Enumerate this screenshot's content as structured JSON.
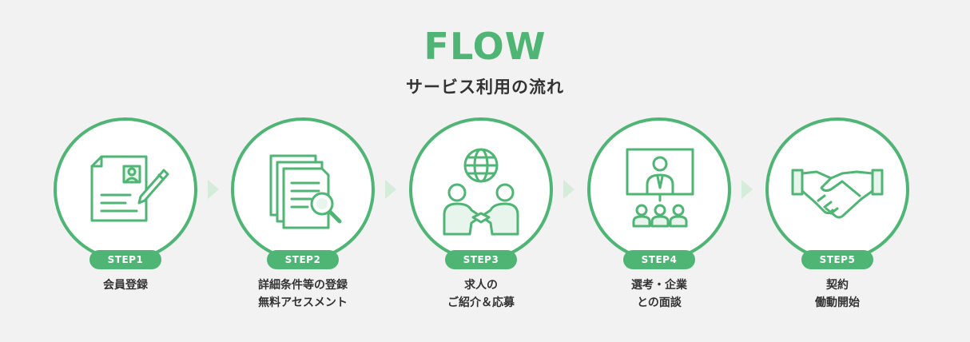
{
  "header": {
    "title": "FLOW",
    "subtitle": "サービス利用の流れ"
  },
  "colors": {
    "accent": "#4fb574",
    "icon_stroke": "#4fb574",
    "arrow": "#d4ecd9",
    "background": "#f2f2f2"
  },
  "steps": [
    {
      "badge": "STEP1",
      "line1": "会員登録",
      "line2": "",
      "icon": "resume-pen-icon"
    },
    {
      "badge": "STEP2",
      "line1": "詳細条件等の登録",
      "line2": "無料アセスメント",
      "icon": "documents-magnifier-icon"
    },
    {
      "badge": "STEP3",
      "line1": "求人の",
      "line2": "ご紹介＆応募",
      "icon": "globe-handshake-people-icon"
    },
    {
      "badge": "STEP4",
      "line1": "選考・企業",
      "line2": "との面談",
      "icon": "video-interview-icon"
    },
    {
      "badge": "STEP5",
      "line1": "契約",
      "line2": "働動開始",
      "icon": "handshake-icon"
    }
  ]
}
